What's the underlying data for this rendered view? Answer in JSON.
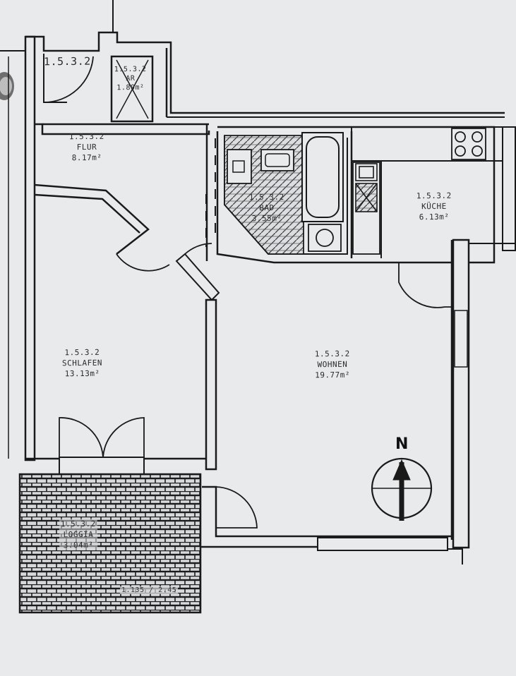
{
  "rooms": {
    "stair": {
      "id": "1.5.3.2"
    },
    "ar": {
      "id": "1.5.3.2",
      "name": "AR",
      "area": "1.80m²"
    },
    "flur": {
      "id": "1.5.3.2",
      "name": "FLUR",
      "area": "8.17m²"
    },
    "bad": {
      "id": "1.5.3.2",
      "name": "BAD",
      "area": "3.55m²"
    },
    "kueche": {
      "id": "1.5.3.2",
      "name": "KÜCHE",
      "area": "6.13m²"
    },
    "schlafen": {
      "id": "1.5.3.2",
      "name": "SCHLAFEN",
      "area": "13.13m²"
    },
    "wohnen": {
      "id": "1.5.3.2",
      "name": "WOHNEN",
      "area": "19.77m²"
    },
    "loggia": {
      "id": "1.5.3.2",
      "name": "LOGGIA",
      "area": "3.04m²"
    }
  },
  "compass": {
    "label": "N"
  },
  "dimensions": "1.135 / 2.45",
  "colors": {
    "paper": "#e9eaec",
    "ink": "#1a1a1a",
    "hatch": "#2a2a2a"
  }
}
